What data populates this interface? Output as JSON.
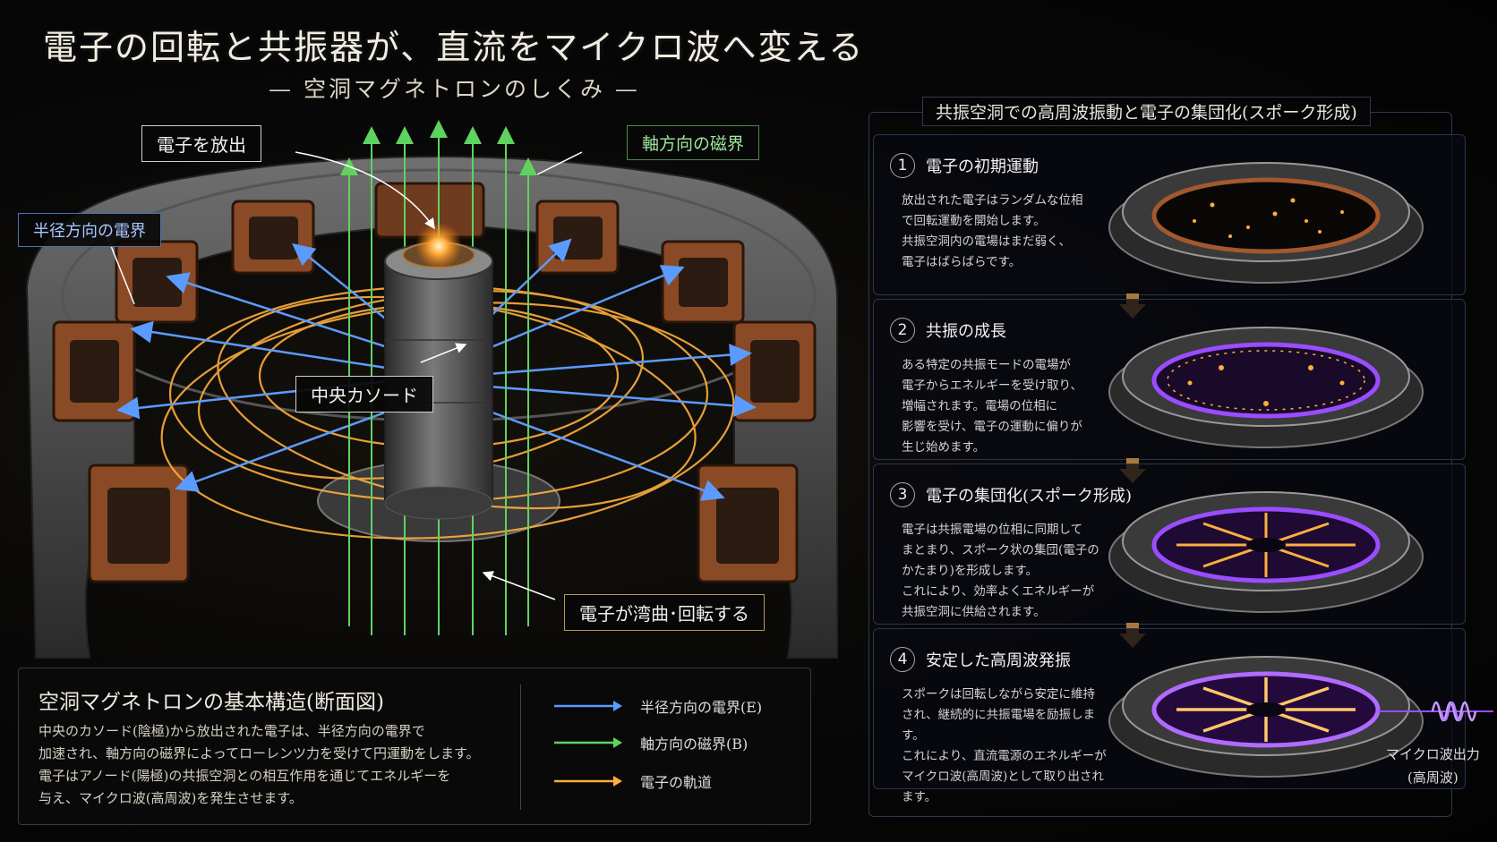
{
  "header": {
    "title": "電子の回転と共振器が、直流をマイクロ波へ変える",
    "subtitle": "— 空洞マグネトロンのしくみ —"
  },
  "callouts": {
    "emit": "電子を放出",
    "axial_field": "軸方向の磁界",
    "radial_field": "半径方向の電界",
    "cathode": "中央カソード",
    "curving": "電子が湾曲･回転する"
  },
  "legend": {
    "title": "空洞マグネトロンの基本構造(断面図)",
    "lines": [
      "中央のカソード(陰極)から放出された電子は、半径方向の電界で",
      "加速され、軸方向の磁界によってローレンツ力を受けて円運動をします。",
      "電子はアノード(陽極)の共振空洞との相互作用を通じてエネルギーを",
      "与え、マイクロ波(高周波)を発生させます。"
    ],
    "items": [
      {
        "label": "半径方向の電界(E)",
        "color": "#4d8fff"
      },
      {
        "label": "軸方向の磁界(B)",
        "color": "#5fd35f"
      },
      {
        "label": "電子の軌道",
        "color": "#ffae3d"
      }
    ]
  },
  "panel": {
    "title": "共振空洞での高周波振動と電子の集団化(スポーク形成)",
    "steps": [
      {
        "num": "1",
        "title": "電子の初期運動",
        "lines": [
          "放出された電子はランダムな位相",
          "で回転運動を開始します。",
          "共振空洞内の電場はまだ弱く、",
          "電子はばらばらです。"
        ]
      },
      {
        "num": "2",
        "title": "共振の成長",
        "lines": [
          "ある特定の共振モードの電場が",
          "電子からエネルギーを受け取り、",
          "増幅されます。電場の位相に",
          "影響を受け、電子の運動に偏りが",
          "生じ始めます。"
        ]
      },
      {
        "num": "3",
        "title": "電子の集団化(スポーク形成)",
        "lines": [
          "電子は共振電場の位相に同期して",
          "まとまり、スポーク状の集団(電子の",
          "かたまり)を形成します。",
          "これにより、効率よくエネルギーが",
          "共振空洞に供給されます。"
        ]
      },
      {
        "num": "4",
        "title": "安定した高周波発振",
        "lines": [
          "スポークは回転しながら安定に維持",
          "され、継続的に共振電場を励振します。",
          "これにより、直流電源のエネルギーが",
          "マイクロ波(高周波)として取り出されます。"
        ]
      }
    ],
    "output_label": "マイクロ波出力",
    "output_sub": "(高周波)"
  },
  "colors": {
    "electric": "#4d8fff",
    "magnetic": "#5fd35f",
    "orbit": "#ffae3d",
    "copper": "#a4582e",
    "steel": "#6b6b6b",
    "violet": "#9a4dff"
  }
}
